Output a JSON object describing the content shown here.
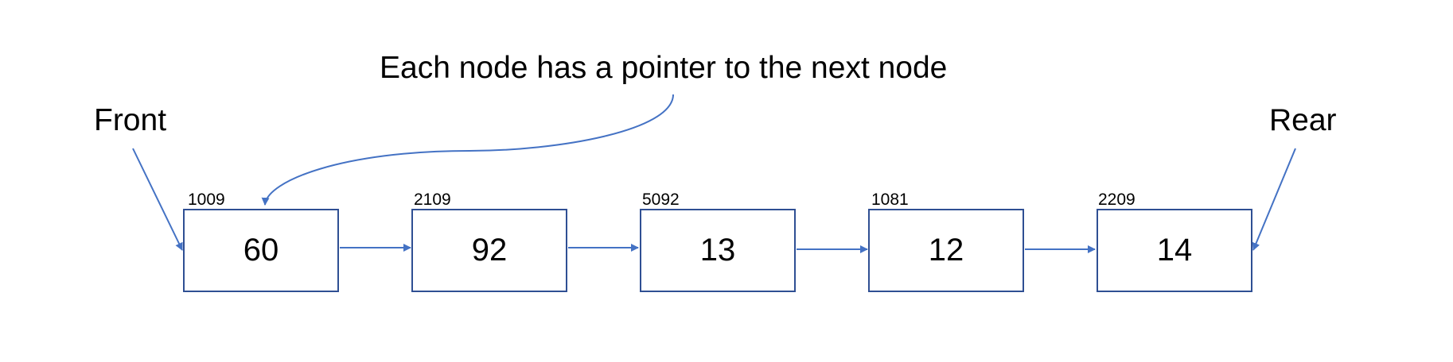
{
  "annotation": "Each node has a pointer to the next node",
  "front_label": "Front",
  "rear_label": "Rear",
  "nodes": [
    {
      "address": "1009",
      "value": "60"
    },
    {
      "address": "2109",
      "value": "92"
    },
    {
      "address": "5092",
      "value": "13"
    },
    {
      "address": "1081",
      "value": "12"
    },
    {
      "address": "2209",
      "value": "14"
    }
  ],
  "colors": {
    "arrow": "#4472C4",
    "box_border": "#2F4F93",
    "text": "#000000"
  }
}
